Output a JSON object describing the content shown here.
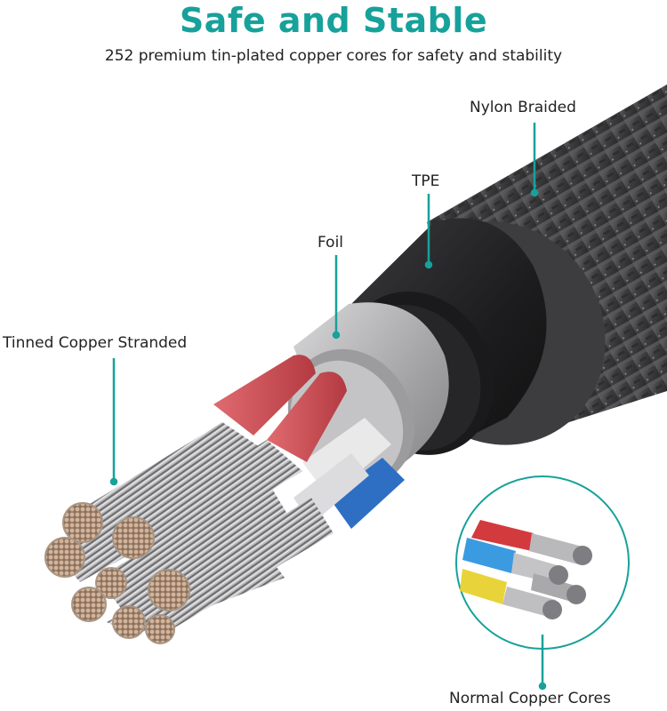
{
  "header": {
    "title": "Safe and Stable",
    "subtitle": "252 premium tin-plated copper cores for safety and stability"
  },
  "callouts": [
    {
      "label": "Nylon Braided"
    },
    {
      "label": "TPE"
    },
    {
      "label": "Foil"
    },
    {
      "label": "Tinned Copper Stranded"
    },
    {
      "label": "Normal Copper Cores"
    }
  ],
  "colors": {
    "accent": "#17a19b",
    "text": "#222222",
    "braid": "#4a4a4c",
    "tpe": "#1e1e20",
    "foil": "#b9b9bb",
    "insulation_red": "#c9454b",
    "insulation_white": "#e6e6e6",
    "insulation_blue": "#2e6fc4",
    "insulation_yellow": "#e8d43a",
    "copper": "#c4a58c"
  }
}
